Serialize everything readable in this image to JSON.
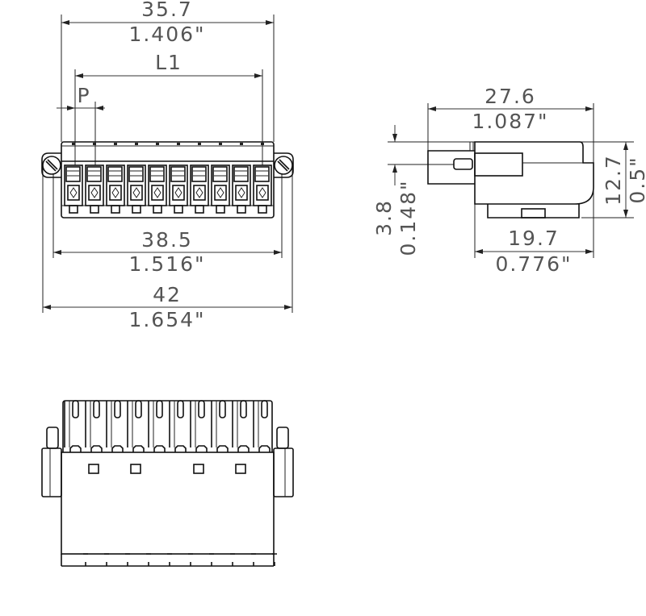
{
  "front_view": {
    "dims": {
      "overall_inner": {
        "mm": "35.7",
        "inch": "1.406\""
      },
      "l1": {
        "label": "L1"
      },
      "pitch": {
        "label": "P"
      },
      "flange": {
        "mm": "38.5",
        "inch": "1.516\""
      },
      "overall": {
        "mm": "42",
        "inch": "1.654\""
      }
    },
    "pole_count": 10
  },
  "side_view": {
    "dims": {
      "depth": {
        "mm": "27.6",
        "inch": "1.087\""
      },
      "height": {
        "mm": "12.7",
        "inch": "0.5\""
      },
      "offset": {
        "mm": "3.8",
        "inch": "0.148\""
      },
      "body_depth": {
        "mm": "19.7",
        "inch": "0.776\""
      }
    }
  },
  "bottom_view": {
    "pole_count": 10
  }
}
